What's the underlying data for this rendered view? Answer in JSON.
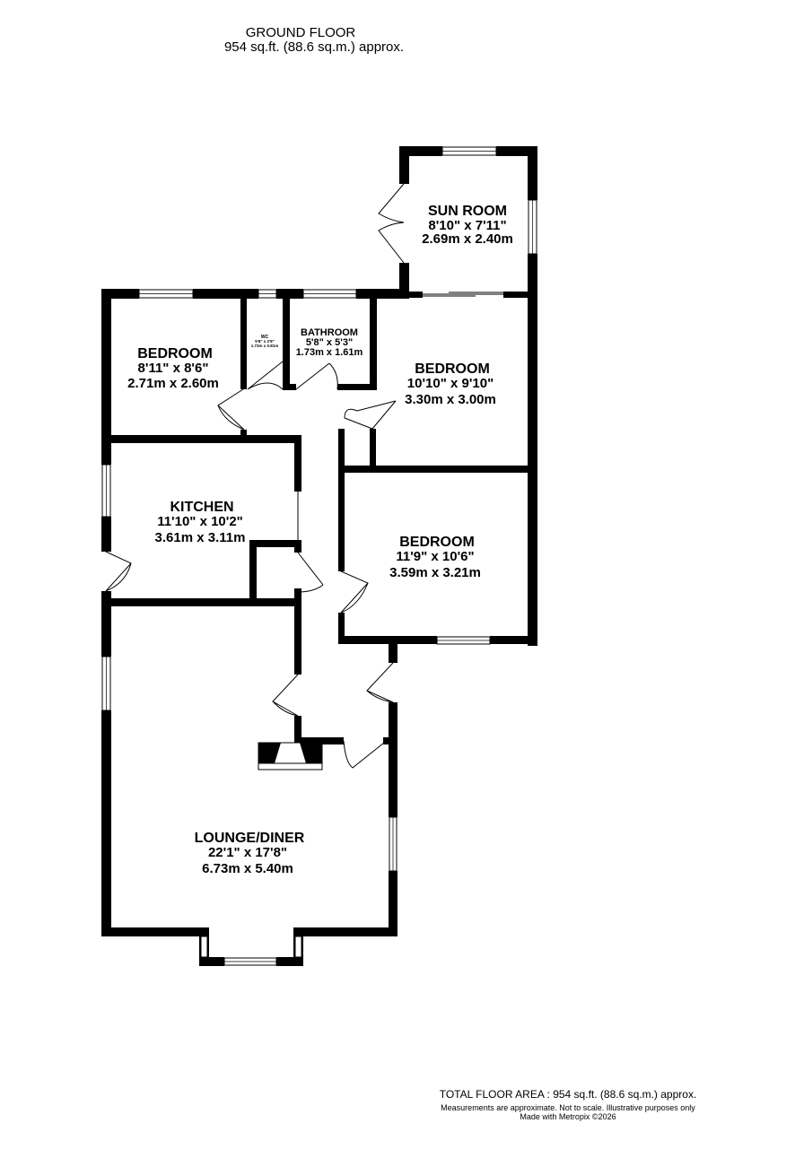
{
  "header": {
    "title": "GROUND FLOOR",
    "area": "954 sq.ft. (88.6 sq.m.) approx."
  },
  "rooms": {
    "sun_room": {
      "name": "SUN ROOM",
      "imperial": "8'10\"  x 7'11\"",
      "metric": "2.69m  x 2.40m"
    },
    "bedroom_1": {
      "name": "BEDROOM",
      "imperial": "8'11\"  x 8'6\"",
      "metric": "2.71m  x 2.60m"
    },
    "wc": {
      "name": "WC",
      "imperial": "5'8\"  x 2'8\"",
      "metric": "1.73m  x 0.81m"
    },
    "bathroom": {
      "name": "BATHROOM",
      "imperial": "5'8\"  x 5'3\"",
      "metric": "1.73m  x 1.61m"
    },
    "bedroom_2": {
      "name": "BEDROOM",
      "imperial": "10'10\"  x 9'10\"",
      "metric": "3.30m  x 3.00m"
    },
    "kitchen": {
      "name": "KITCHEN",
      "imperial": "11'10\"  x 10'2\"",
      "metric": "3.61m  x 3.11m"
    },
    "bedroom_3": {
      "name": "BEDROOM",
      "imperial": "11'9\"  x 10'6\"",
      "metric": "3.59m  x 3.21m"
    },
    "lounge": {
      "name": "LOUNGE/DINER",
      "imperial": "22'1\"  x 17'8\"",
      "metric": "6.73m  x 5.40m"
    }
  },
  "footer": {
    "total": "TOTAL FLOOR AREA : 954 sq.ft. (88.6 sq.m.) approx.",
    "disclaimer": "Measurements are approximate.  Not to scale.  Illustrative purposes only",
    "made_with": "Made with Metropix ©2026"
  },
  "colors": {
    "wall": "#000000",
    "background": "#ffffff"
  }
}
